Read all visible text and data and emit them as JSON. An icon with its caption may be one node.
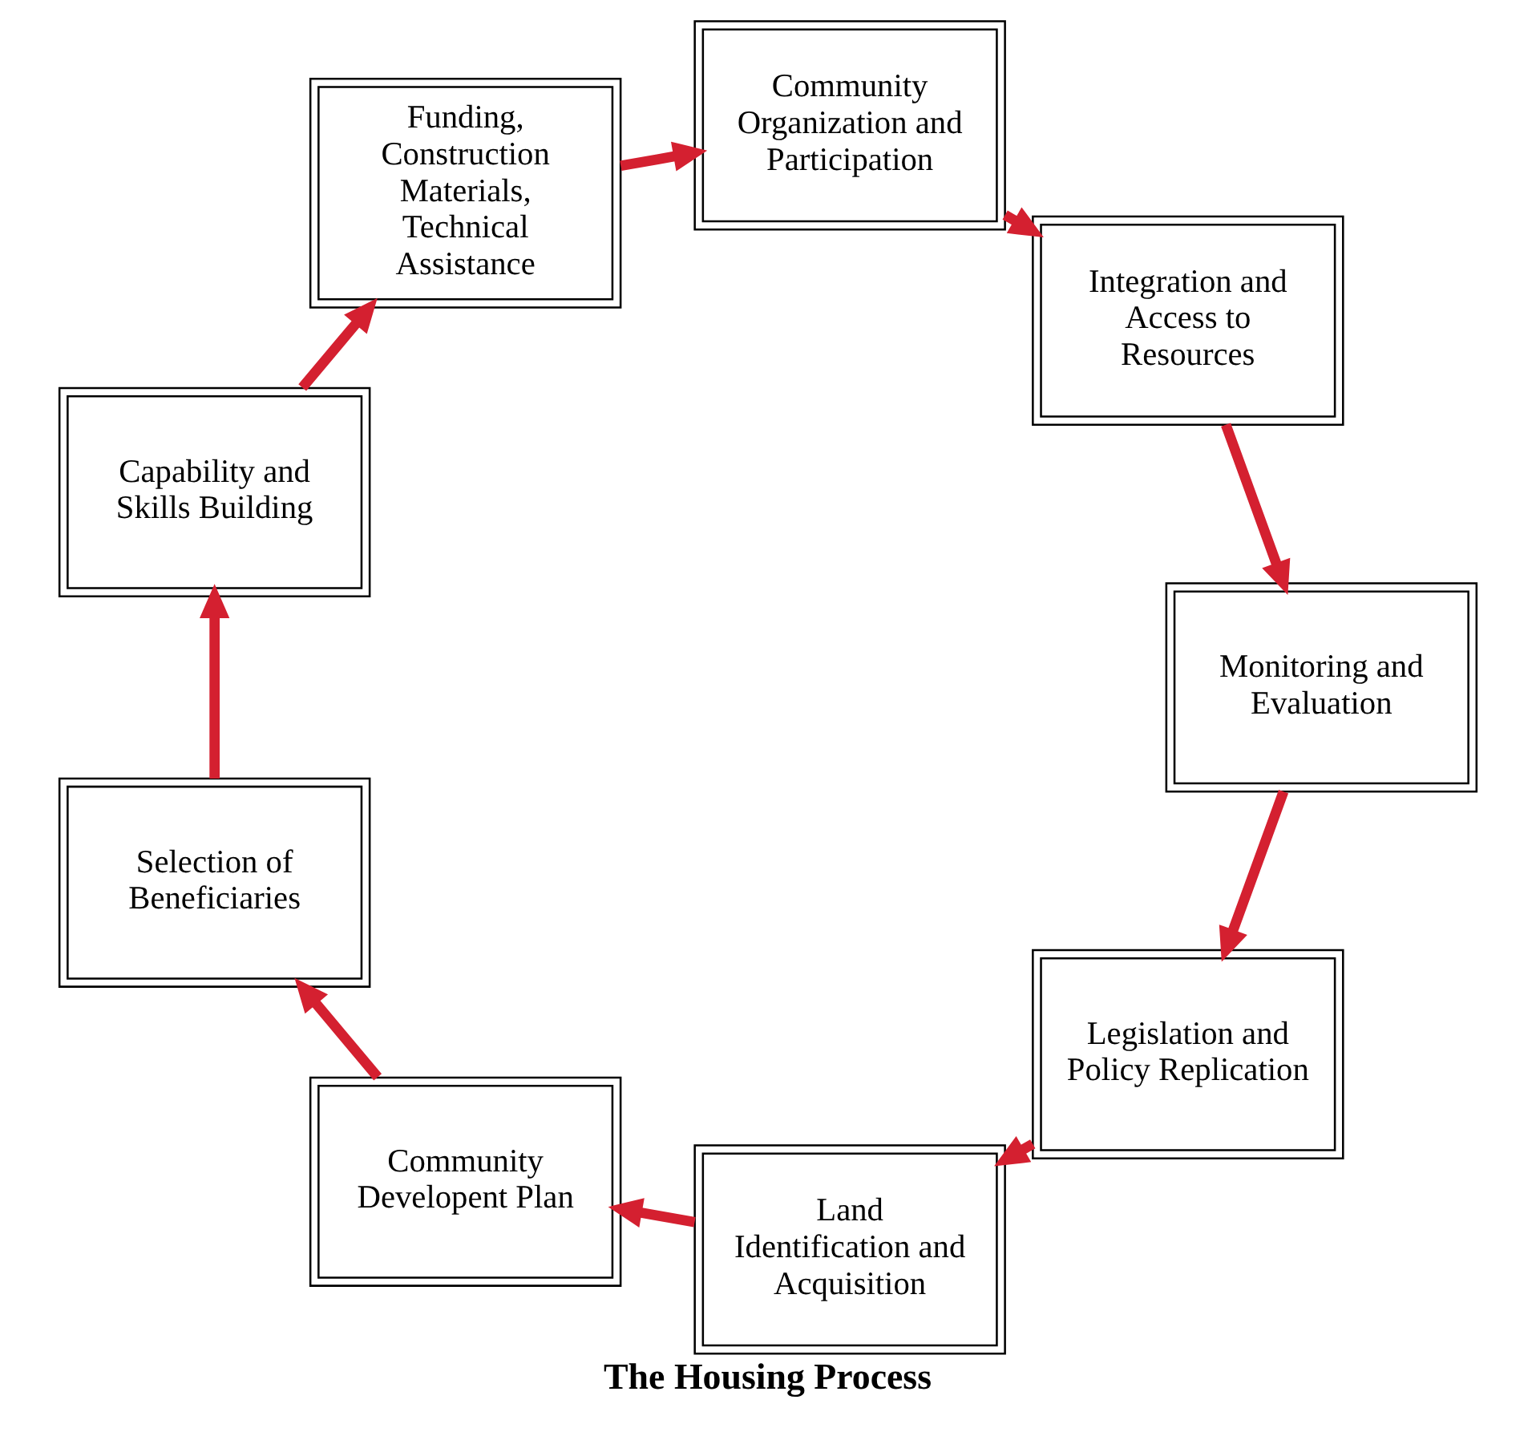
{
  "diagram": {
    "title": "The Housing Process",
    "nodes": [
      {
        "text": [
          "Legislation and Policy Replication"
        ]
      },
      {
        "text": [
          "Land Identification and Acquisition"
        ]
      },
      {
        "text": [
          "Community Developent Plan"
        ]
      },
      {
        "text": [
          "Selection of Beneficiaries"
        ]
      },
      {
        "text": [
          "Capability and Skills Building"
        ]
      },
      {
        "text": [
          "Funding, Construction Materials, Technical Assistance"
        ]
      },
      {
        "text": [
          "Community Organization and Participation"
        ]
      },
      {
        "text": [
          "Integration and Access to Resources"
        ]
      },
      {
        "text": [
          "Monitoring and Evaluation"
        ]
      }
    ],
    "edges": [
      {
        "from": 0,
        "to": 1,
        "arrow": "to"
      },
      {
        "from": 1,
        "to": 2,
        "arrow": "to"
      },
      {
        "from": 2,
        "to": 3,
        "arrow": "to"
      },
      {
        "from": 3,
        "to": 4,
        "arrow": "to"
      },
      {
        "from": 4,
        "to": 5,
        "arrow": "to"
      },
      {
        "from": 5,
        "to": 6,
        "arrow": "to"
      },
      {
        "from": 6,
        "to": 7,
        "arrow": "to"
      },
      {
        "from": 7,
        "to": 8,
        "arrow": "to"
      },
      {
        "from": 8,
        "to": 0,
        "arrow": "to"
      }
    ]
  }
}
